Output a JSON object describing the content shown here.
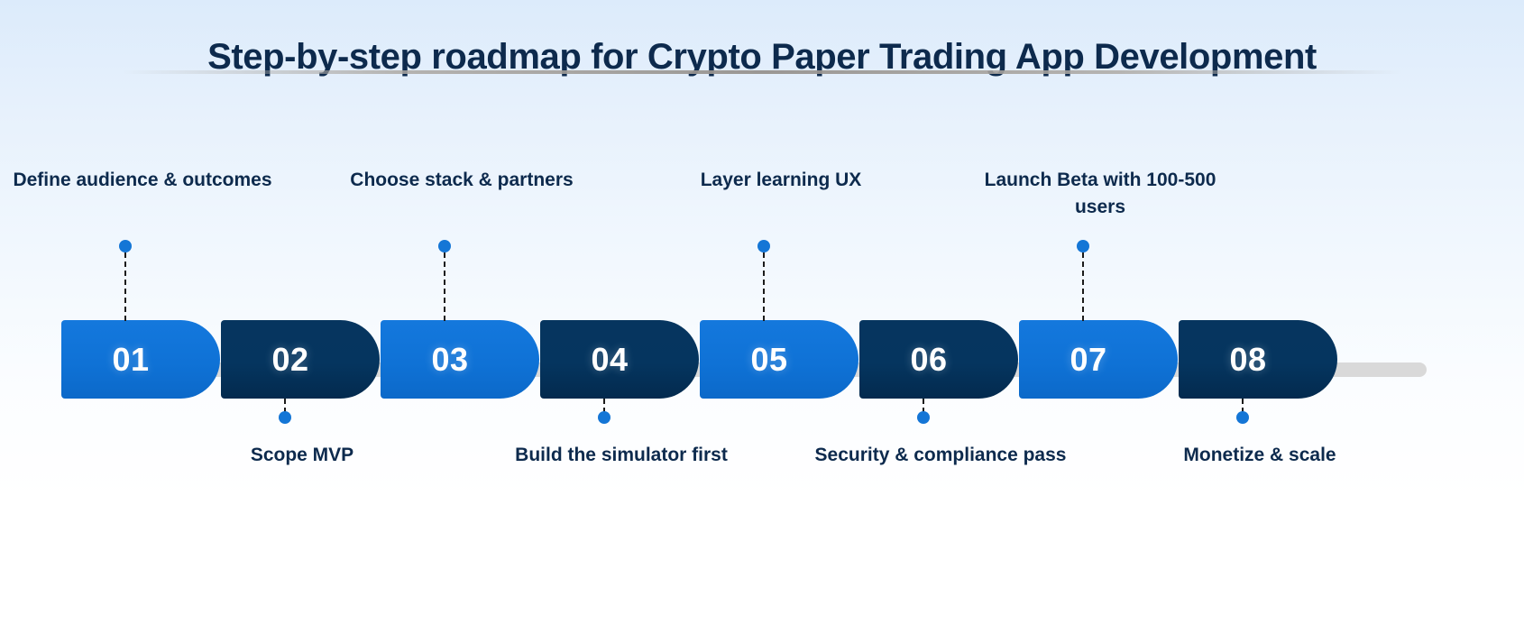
{
  "header": {
    "title": "Step-by-step roadmap for Crypto Paper Trading App Development"
  },
  "colors": {
    "accent_blue": "#0f72d6",
    "navy": "#05355f",
    "dot": "#1476d6",
    "rail": "#d9d9d9",
    "text_dark": "#0d2a4d",
    "background_top": "#dcebfb",
    "background_bottom": "#ffffff"
  },
  "timeline": {
    "steps": [
      {
        "number": "01",
        "label": "Define audience & outcomes",
        "position": "above",
        "color": "blue"
      },
      {
        "number": "02",
        "label": "Scope MVP",
        "position": "below",
        "color": "navy"
      },
      {
        "number": "03",
        "label": "Choose stack & partners",
        "position": "above",
        "color": "blue"
      },
      {
        "number": "04",
        "label": "Build the simulator first",
        "position": "below",
        "color": "navy"
      },
      {
        "number": "05",
        "label": "Layer learning UX",
        "position": "above",
        "color": "blue"
      },
      {
        "number": "06",
        "label": "Security & compliance pass",
        "position": "below",
        "color": "navy"
      },
      {
        "number": "07",
        "label": "Launch Beta with 100-500 users",
        "position": "above",
        "color": "blue"
      },
      {
        "number": "08",
        "label": "Monetize & scale",
        "position": "below",
        "color": "navy"
      }
    ]
  }
}
